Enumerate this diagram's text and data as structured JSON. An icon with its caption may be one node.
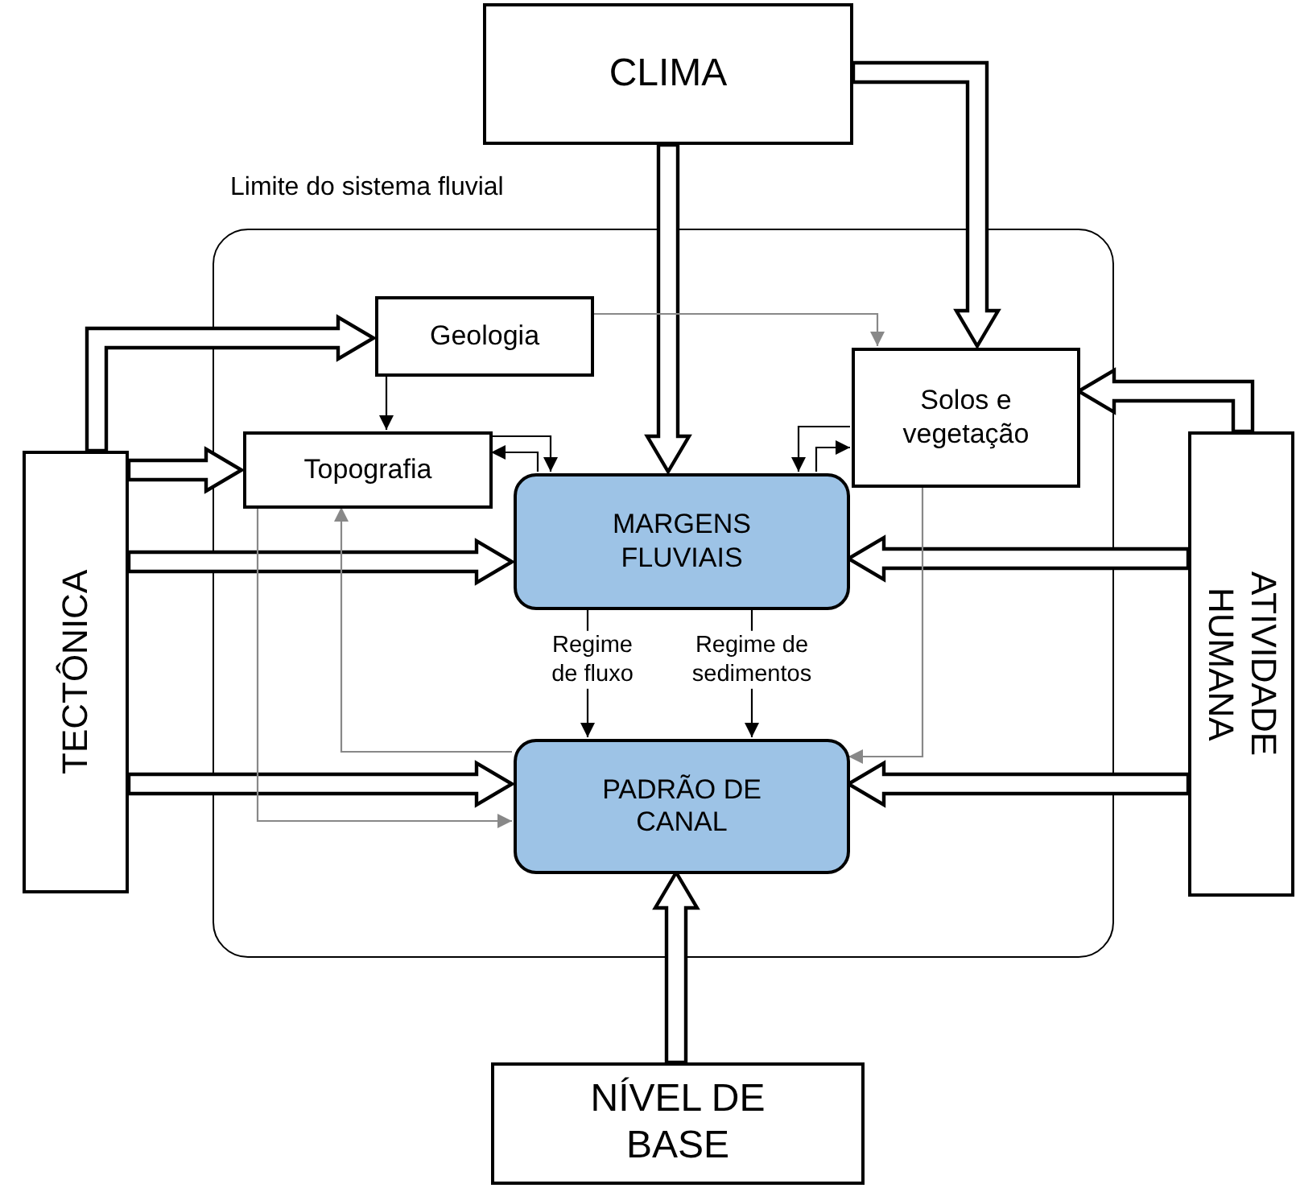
{
  "diagram": {
    "nodes": [
      {
        "text": [
          "CLIMA"
        ]
      },
      {
        "text": [
          "Limite do sistema fluvial"
        ]
      },
      {
        "text": [
          "Geologia"
        ],
        "in": 1
      },
      {
        "text": [
          "Topografia"
        ],
        "in": 1
      },
      {
        "text": [
          "Solos e vegetação"
        ],
        "in": 1
      },
      {
        "text": [
          "MARGENS FLUVIAIS"
        ],
        "in": 1
      },
      {
        "text": [
          "PADRÃO DE CANAL"
        ],
        "in": 1
      },
      {
        "text": [
          "TECTÔNICA"
        ]
      },
      {
        "text": [
          "ATIVIDADE HUMANA"
        ]
      },
      {
        "text": [
          "NÍVEL DE BASE"
        ]
      }
    ],
    "edges": [
      {
        "from": 0,
        "to": 5,
        "arrow": "to",
        "style": "thick"
      },
      {
        "from": 0,
        "to": 4,
        "arrow": "to",
        "style": "thick"
      },
      {
        "from": 7,
        "to": 2,
        "arrow": "to",
        "style": "thick"
      },
      {
        "from": 7,
        "to": 3,
        "arrow": "to",
        "style": "thick"
      },
      {
        "from": 7,
        "to": 5,
        "arrow": "to",
        "style": "thick"
      },
      {
        "from": 7,
        "to": 6,
        "arrow": "to",
        "style": "thick"
      },
      {
        "from": 8,
        "to": 4,
        "arrow": "to",
        "style": "thick"
      },
      {
        "from": 8,
        "to": 5,
        "arrow": "to",
        "style": "thick"
      },
      {
        "from": 8,
        "to": 6,
        "arrow": "to",
        "style": "thick"
      },
      {
        "from": 9,
        "to": 6,
        "arrow": "to",
        "style": "thick"
      },
      {
        "from": 2,
        "to": 3,
        "arrow": "to"
      },
      {
        "from": 2,
        "to": 4,
        "arrow": "to",
        "color": "#888888"
      },
      {
        "from": 3,
        "to": 5,
        "arrow": "to"
      },
      {
        "from": 5,
        "to": 3,
        "arrow": "to"
      },
      {
        "from": 4,
        "to": 5,
        "arrow": "to"
      },
      {
        "from": 5,
        "to": 4,
        "arrow": "to"
      },
      {
        "from": 5,
        "to": 6,
        "arrow": "to",
        "label": "Regime de fluxo"
      },
      {
        "from": 5,
        "to": 6,
        "arrow": "to",
        "label": "Regime de sedimentos"
      },
      {
        "from": 6,
        "to": 3,
        "arrow": "to",
        "color": "#888888"
      },
      {
        "from": 3,
        "to": 6,
        "arrow": "to",
        "color": "#888888"
      },
      {
        "from": 4,
        "to": 6,
        "arrow": "to",
        "color": "#888888"
      }
    ]
  }
}
